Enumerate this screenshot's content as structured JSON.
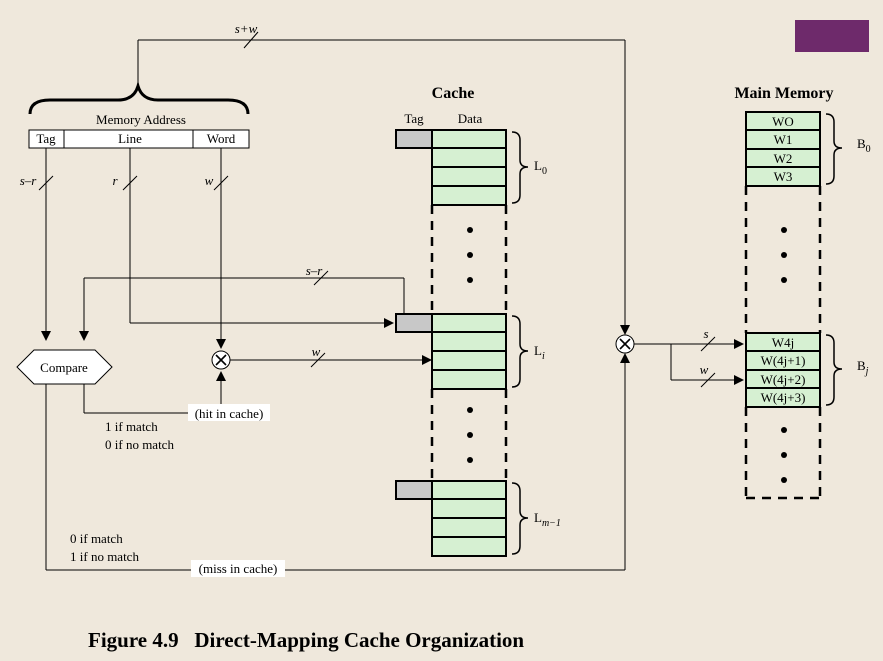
{
  "caption": "Figure 4.9   Direct-Mapping Cache Organization",
  "top_bus_label": "s+w",
  "memory_address": {
    "title": "Memory Address",
    "fields": [
      "Tag",
      "Line",
      "Word"
    ],
    "tag_bits": "s–r",
    "line_bits": "r",
    "word_bits": "w"
  },
  "compare_label": "Compare",
  "tag_bus_label": "s–r",
  "word_bus_label": "w",
  "hit": {
    "label": "(hit in cache)",
    "if_match": "1 if match",
    "if_no_match": "0 if no match"
  },
  "miss": {
    "label": "(miss in cache)",
    "if_match": "0 if match",
    "if_no_match": "1 if no match"
  },
  "cache": {
    "title": "Cache",
    "tag_header": "Tag",
    "data_header": "Data",
    "lines": [
      {
        "base": "L",
        "sub": "0"
      },
      {
        "base": "L",
        "sub": "i"
      },
      {
        "base": "L",
        "sub": "m−1"
      }
    ]
  },
  "main_memory": {
    "title": "Main Memory",
    "block0_words": [
      "WO",
      "W1",
      "W2",
      "W3"
    ],
    "blockj_words": [
      "W4j",
      "W(4j+1)",
      "W(4j+2)",
      "W(4j+3)"
    ],
    "blocks": [
      {
        "base": "B",
        "sub": "0"
      },
      {
        "base": "B",
        "sub": "j"
      }
    ],
    "s_label": "s",
    "w_label": "w"
  },
  "colors": {
    "background": "#efe8dc",
    "cache_cell": "#d6f0d2",
    "tag_cell": "#c8c8c8",
    "accent_box": "#6e2a6b"
  }
}
